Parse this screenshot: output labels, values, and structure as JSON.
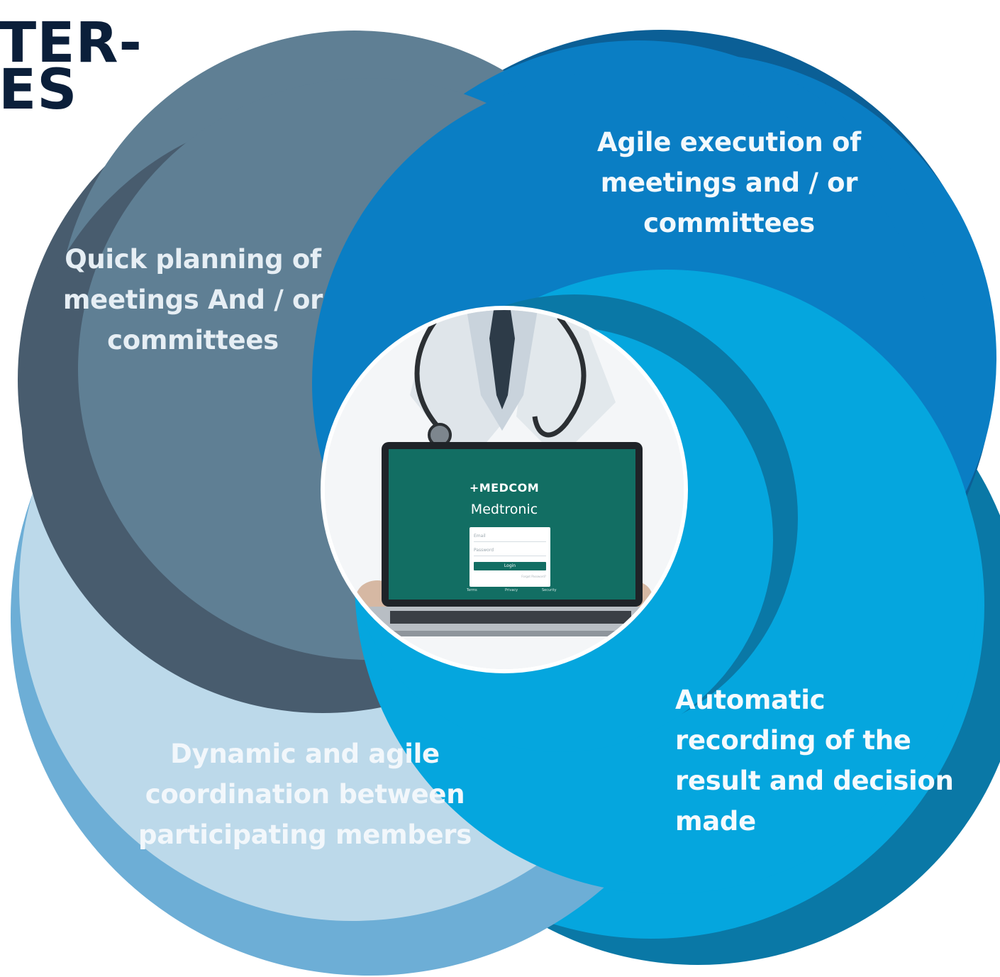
{
  "heading": {
    "line1": "TER-",
    "line2": "ES"
  },
  "labels": {
    "planning": {
      "lines": [
        "Quick planning of",
        "meetings And / or",
        "committees"
      ]
    },
    "agile": {
      "lines": [
        "Agile execution of",
        "meetings and / or",
        "committees"
      ]
    },
    "dynamic": {
      "lines": [
        "Dynamic and agile",
        "coordination between",
        "participating members"
      ]
    },
    "automatic": {
      "lines": [
        "Automatic",
        "recording of the",
        "result and decision",
        "made"
      ]
    }
  },
  "center_image": {
    "logo_line1": "+MEDCOM",
    "logo_line2": "Medtronic",
    "login": {
      "email_placeholder": "Email",
      "password_placeholder": "Password",
      "button_label": "Login",
      "forgot_label": "Forgot Password?"
    },
    "footer": [
      "Terms",
      "Privacy",
      "Security"
    ]
  },
  "colors": {
    "heading": "#0b1f3a",
    "slate_dark": "#485c6e",
    "slate": "#5f7f94",
    "blue_deep": "#0b5f96",
    "blue": "#0a7ec4",
    "teal_deep": "#0a78a6",
    "cyan": "#05a6de",
    "sky": "#6daed6",
    "pale": "#bcd9ea",
    "screen": "#126e63"
  }
}
